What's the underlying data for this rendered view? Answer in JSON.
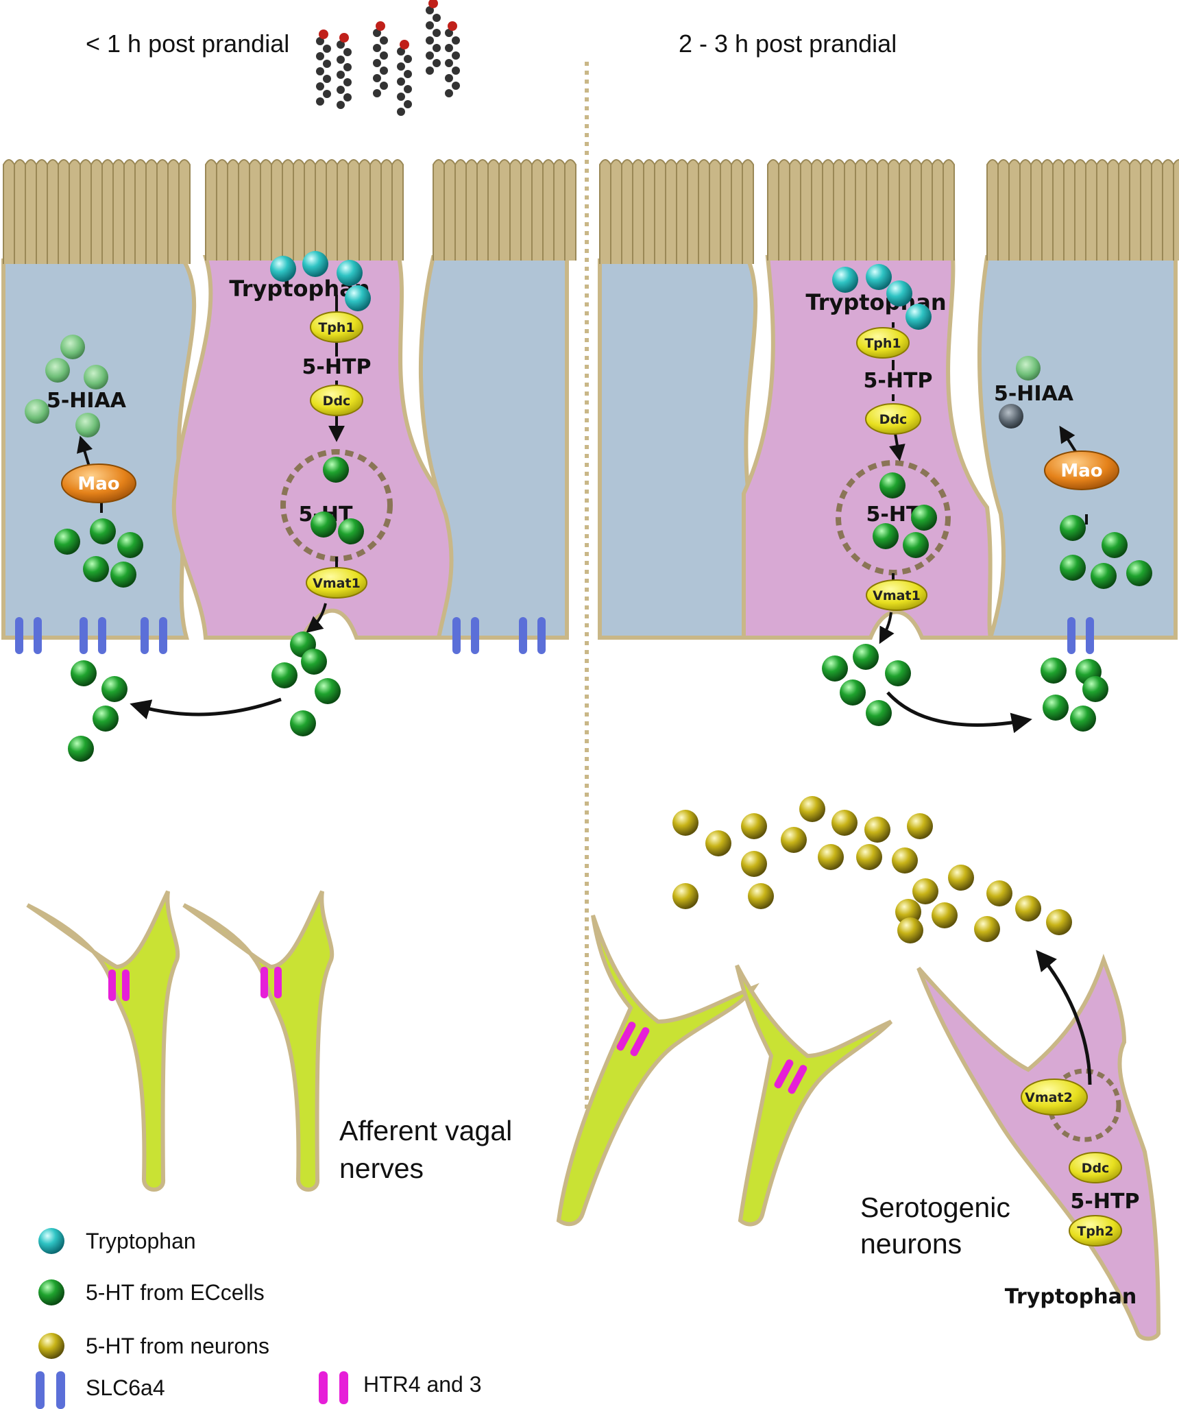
{
  "headers": {
    "left": "< 1 h post prandial",
    "right": "2 - 3 h post prandial"
  },
  "labels": {
    "tryptophan": "Tryptophan",
    "htp": "5-HTP",
    "ht": "5-HT",
    "hiaa": "5-HIAA",
    "afferent_line1": "Afferent vagal",
    "afferent_line2": "nerves",
    "serotogenic_line1": "Serotogenic",
    "serotogenic_line2": "neurons"
  },
  "enzymes": {
    "tph1": "Tph1",
    "ddc": "Ddc",
    "vmat1": "Vmat1",
    "mao": "Mao",
    "vmat2": "Vmat2",
    "tph2": "Tph2"
  },
  "legend": {
    "tryptophan": "Tryptophan",
    "ht_ec": "5-HT from ECcells",
    "ht_neurons": "5-HT from neurons",
    "slc": "SLC6a4",
    "htr": "HTR4 and 3"
  },
  "colors": {
    "cell_blue": "#b0c4d6",
    "cell_pink": "#d8a9d4",
    "membrane": "#c9b787",
    "nerve_green": "#c9e234",
    "tryptophan": "#2fc4c4",
    "ht_ec": "#1fa32e",
    "ht_neuron": "#c8b418",
    "transporter_blue": "#5b6fd8",
    "receptor_magenta": "#e61fd8",
    "enzyme_yellow": "#e8e020",
    "mao_orange": "#e5821a"
  }
}
